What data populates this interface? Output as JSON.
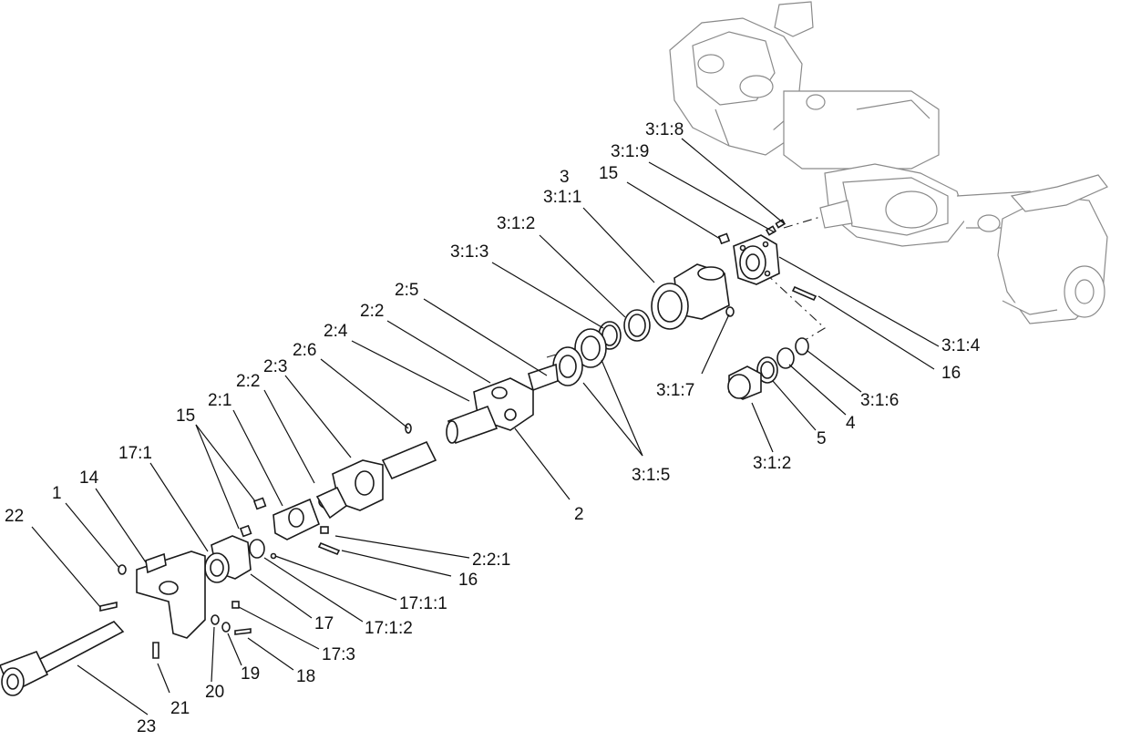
{
  "labels": [
    {
      "id": "c-3-1-8",
      "text": "3:1:8"
    },
    {
      "id": "c-3-1-9",
      "text": "3:1:9"
    },
    {
      "id": "c-3",
      "text": "3"
    },
    {
      "id": "c-3-1-1",
      "text": "3:1:1"
    },
    {
      "id": "c-15-a",
      "text": "15"
    },
    {
      "id": "c-3-1-2-a",
      "text": "3:1:2"
    },
    {
      "id": "c-3-1-3",
      "text": "3:1:3"
    },
    {
      "id": "c-2-5",
      "text": "2:5"
    },
    {
      "id": "c-2-2-a",
      "text": "2:2"
    },
    {
      "id": "c-2-4",
      "text": "2:4"
    },
    {
      "id": "c-2-6",
      "text": "2:6"
    },
    {
      "id": "c-2-3",
      "text": "2:3"
    },
    {
      "id": "c-2-2-b",
      "text": "2:2"
    },
    {
      "id": "c-2-1",
      "text": "2:1"
    },
    {
      "id": "c-15-b",
      "text": "15"
    },
    {
      "id": "c-17-1",
      "text": "17:1"
    },
    {
      "id": "c-14",
      "text": "14"
    },
    {
      "id": "c-1",
      "text": "1"
    },
    {
      "id": "c-22",
      "text": "22"
    },
    {
      "id": "c-3-1-4",
      "text": "3:1:4"
    },
    {
      "id": "c-16-a",
      "text": "16"
    },
    {
      "id": "c-3-1-7",
      "text": "3:1:7"
    },
    {
      "id": "c-3-1-6",
      "text": "3:1:6"
    },
    {
      "id": "c-4",
      "text": "4"
    },
    {
      "id": "c-5",
      "text": "5"
    },
    {
      "id": "c-3-1-2-b",
      "text": "3:1:2"
    },
    {
      "id": "c-3-1-5",
      "text": "3:1:5"
    },
    {
      "id": "c-2",
      "text": "2"
    },
    {
      "id": "c-2-2-1",
      "text": "2:2:1"
    },
    {
      "id": "c-16-b",
      "text": "16"
    },
    {
      "id": "c-17-1-1",
      "text": "17:1:1"
    },
    {
      "id": "c-17",
      "text": "17"
    },
    {
      "id": "c-17-1-2",
      "text": "17:1:2"
    },
    {
      "id": "c-17-3",
      "text": "17:3"
    },
    {
      "id": "c-18",
      "text": "18"
    },
    {
      "id": "c-19",
      "text": "19"
    },
    {
      "id": "c-20",
      "text": "20"
    },
    {
      "id": "c-21",
      "text": "21"
    },
    {
      "id": "c-23",
      "text": "23"
    }
  ]
}
